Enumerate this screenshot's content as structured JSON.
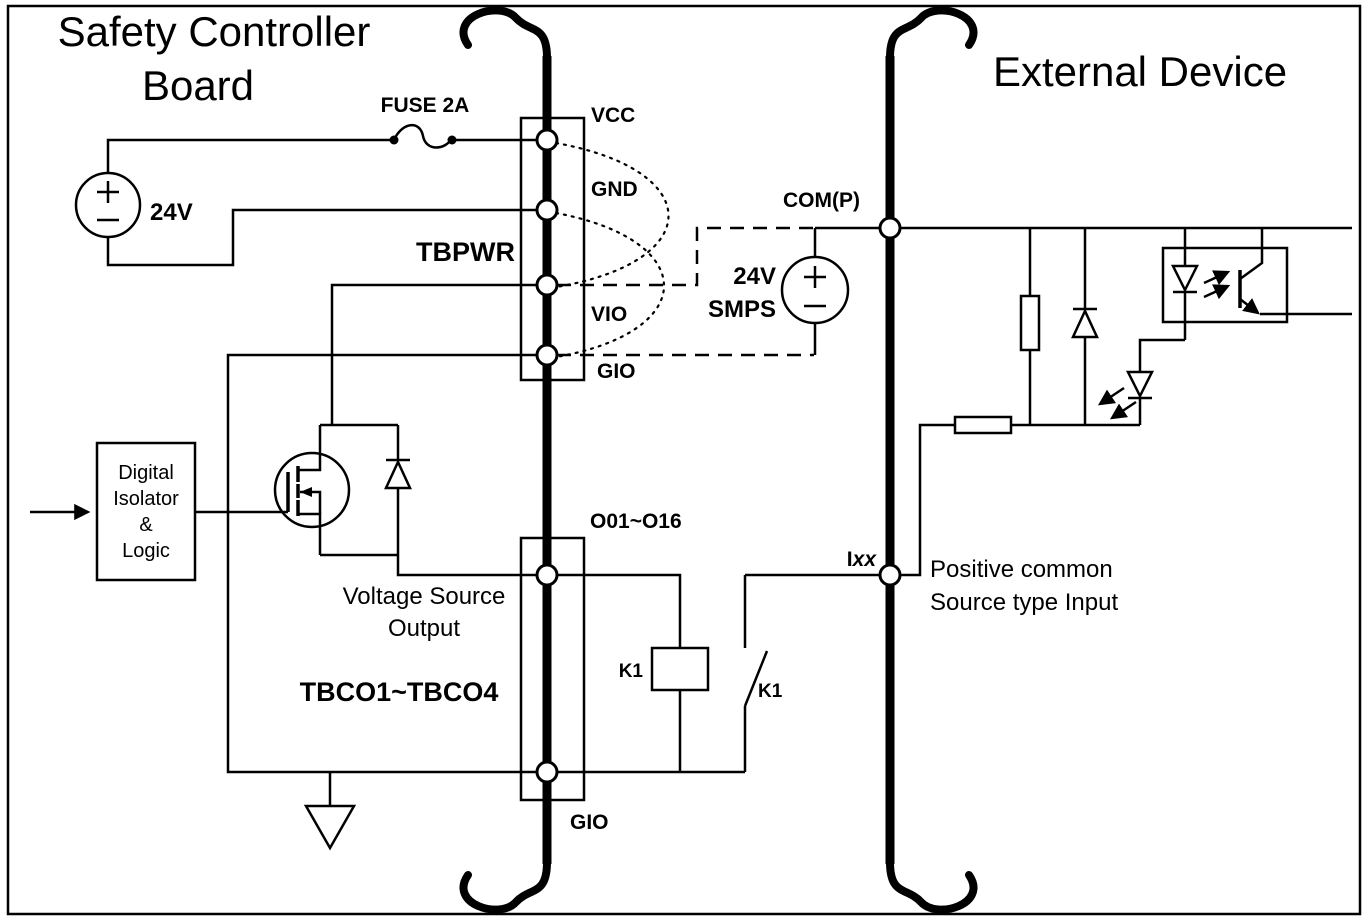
{
  "diagram": {
    "left_board_title_line1": "Safety Controller",
    "left_board_title_line2": "Board",
    "right_board_title": "External Device",
    "fuse_label": "FUSE 2A",
    "supply_label": "24V",
    "tbpwr_label": "TBPWR",
    "terminals_pwr": {
      "vcc": "VCC",
      "gnd": "GND",
      "vio": "VIO",
      "gio": "GIO"
    },
    "com_label": "COM(P)",
    "smps_line1": "24V",
    "smps_line2": "SMPS",
    "isolator_line1": "Digital",
    "isolator_line2": "Isolator",
    "isolator_line3": "&",
    "isolator_line4": "Logic",
    "vso_line1": "Voltage Source",
    "vso_line2": "Output",
    "tbco_label": "TBCO1~TBCO4",
    "output_terminal_label": "O01~O16",
    "gio_bottom_label": "GIO",
    "relay_coil_label": "K1",
    "relay_contact_label": "K1",
    "input_node_prefix": "I",
    "input_node_italic": "xx",
    "input_desc_line1": "Positive common",
    "input_desc_line2": "Source type Input"
  },
  "colors": {
    "ink": "#000000",
    "background": "#ffffff"
  }
}
